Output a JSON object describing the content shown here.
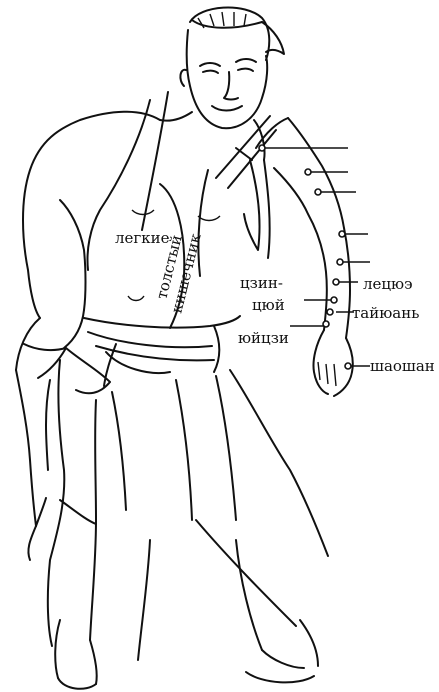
{
  "labels": {
    "lungs": "легкие",
    "large_intestine_1": "толстый",
    "large_intestine_2": "кишечник",
    "jingqu_1": "цзин-",
    "jingqu_2": "цюй",
    "yuji": "юйцзи",
    "lieque": "лецюэ",
    "taiyuan": "тайюань",
    "shaoshang": "шаошан"
  },
  "colors": {
    "ink": "#111111",
    "paper": "#ffffff"
  }
}
